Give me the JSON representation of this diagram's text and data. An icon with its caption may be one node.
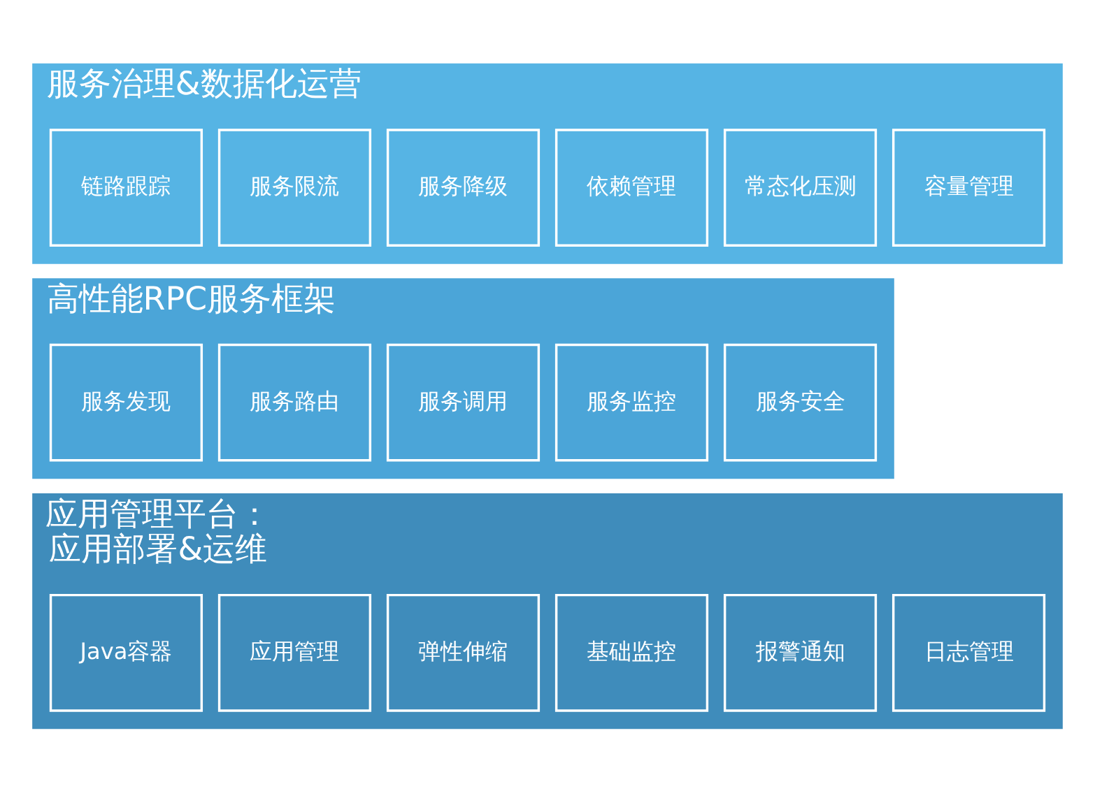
{
  "diagram": {
    "nodes": [
      {
        "text": [
          "服务治理&数据化运营"
        ]
      },
      {
        "text": [
          "链路跟踪"
        ],
        "in": 0
      },
      {
        "text": [
          "服务限流"
        ],
        "in": 0
      },
      {
        "text": [
          "服务降级"
        ],
        "in": 0
      },
      {
        "text": [
          "依赖管理"
        ],
        "in": 0
      },
      {
        "text": [
          "常态化压测"
        ],
        "in": 0
      },
      {
        "text": [
          "容量管理"
        ],
        "in": 0
      },
      {
        "text": [
          "高性能RPC服务框架"
        ]
      },
      {
        "text": [
          "服务发现"
        ],
        "in": 7
      },
      {
        "text": [
          "服务路由"
        ],
        "in": 7
      },
      {
        "text": [
          "服务调用"
        ],
        "in": 7
      },
      {
        "text": [
          "服务监控"
        ],
        "in": 7
      },
      {
        "text": [
          "服务安全"
        ],
        "in": 7
      },
      {
        "text": [
          "应用管理平台：",
          "应用部署&运维"
        ]
      },
      {
        "text": [
          "Java容器"
        ],
        "in": 13
      },
      {
        "text": [
          "应用管理"
        ],
        "in": 13
      },
      {
        "text": [
          "弹性伸缩"
        ],
        "in": 13
      },
      {
        "text": [
          "基础监控"
        ],
        "in": 13
      },
      {
        "text": [
          "报警通知"
        ],
        "in": 13
      },
      {
        "text": [
          "日志管理"
        ],
        "in": 13
      }
    ],
    "edges": []
  }
}
